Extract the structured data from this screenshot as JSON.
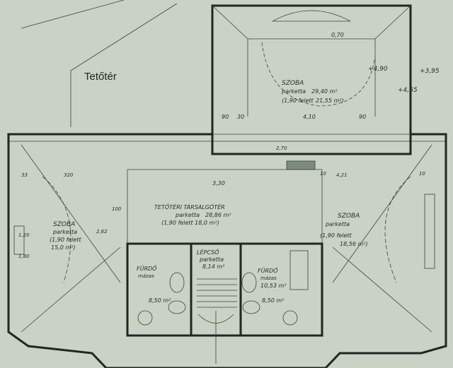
{
  "title": "Tetőtér",
  "rooms": {
    "szoba_top": [
      "SZOBA",
      "parketta",
      "29,40 m²",
      "(1,90 felett",
      "21,55 m²)"
    ],
    "szoba_left": [
      "SZOBA",
      "parketta",
      "(1,90 felett",
      "15,0 m²)"
    ],
    "szoba_right": [
      "SZOBA",
      "parketta",
      "(1,90 felett",
      "18,56 m²)"
    ],
    "hall": [
      "TETŐTÉRI TÁRSALGÓTÉR",
      "parketta",
      "28,86 m²",
      "(1,90 felett 18,0 m²)"
    ],
    "lepcso": [
      "LÉPCSŐ",
      "parketta",
      "8,14 m²"
    ],
    "furdo_left": [
      "FÜRDŐ",
      "mázas",
      "8,50 m²"
    ],
    "furdo_right": [
      "FÜRDŐ",
      "mázas",
      "10,53 m²",
      "8,50 m²"
    ]
  },
  "dimensions": [
    "+4,90",
    "+3,95",
    "+4,65",
    "4,10",
    "0,70",
    "90",
    "30",
    "3,30",
    "2,70",
    "10",
    "33",
    "320",
    "100",
    "2,62",
    "4,21",
    "1,80",
    "1,20",
    "90",
    "10"
  ],
  "colors": {
    "paper": "#c9d2c4",
    "ink": "#1f2722"
  }
}
